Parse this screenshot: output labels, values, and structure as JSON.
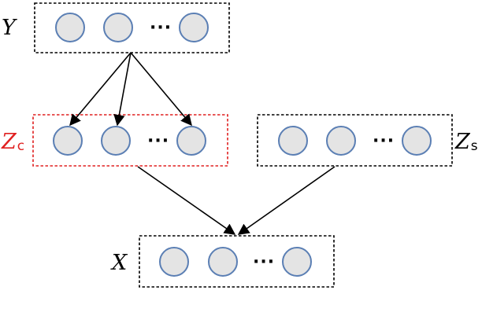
{
  "colors": {
    "node_fill": "#e4e4e4",
    "node_stroke": "#5b7fb4",
    "highlight": "#e02020",
    "ink": "#000000"
  },
  "variables": {
    "y": {
      "label": "Y",
      "sub": ""
    },
    "zc": {
      "label": "Z",
      "sub": "c"
    },
    "zs": {
      "label": "Z",
      "sub": "s"
    },
    "x": {
      "label": "X",
      "sub": ""
    }
  },
  "ellipsis": "···",
  "edges": [
    {
      "from": "Y",
      "to": "Zc node 1"
    },
    {
      "from": "Y",
      "to": "Zc node 2"
    },
    {
      "from": "Y",
      "to": "Zc node 3"
    },
    {
      "from": "Zc",
      "to": "X"
    },
    {
      "from": "Zs",
      "to": "X"
    }
  ],
  "caption_fragment": ""
}
